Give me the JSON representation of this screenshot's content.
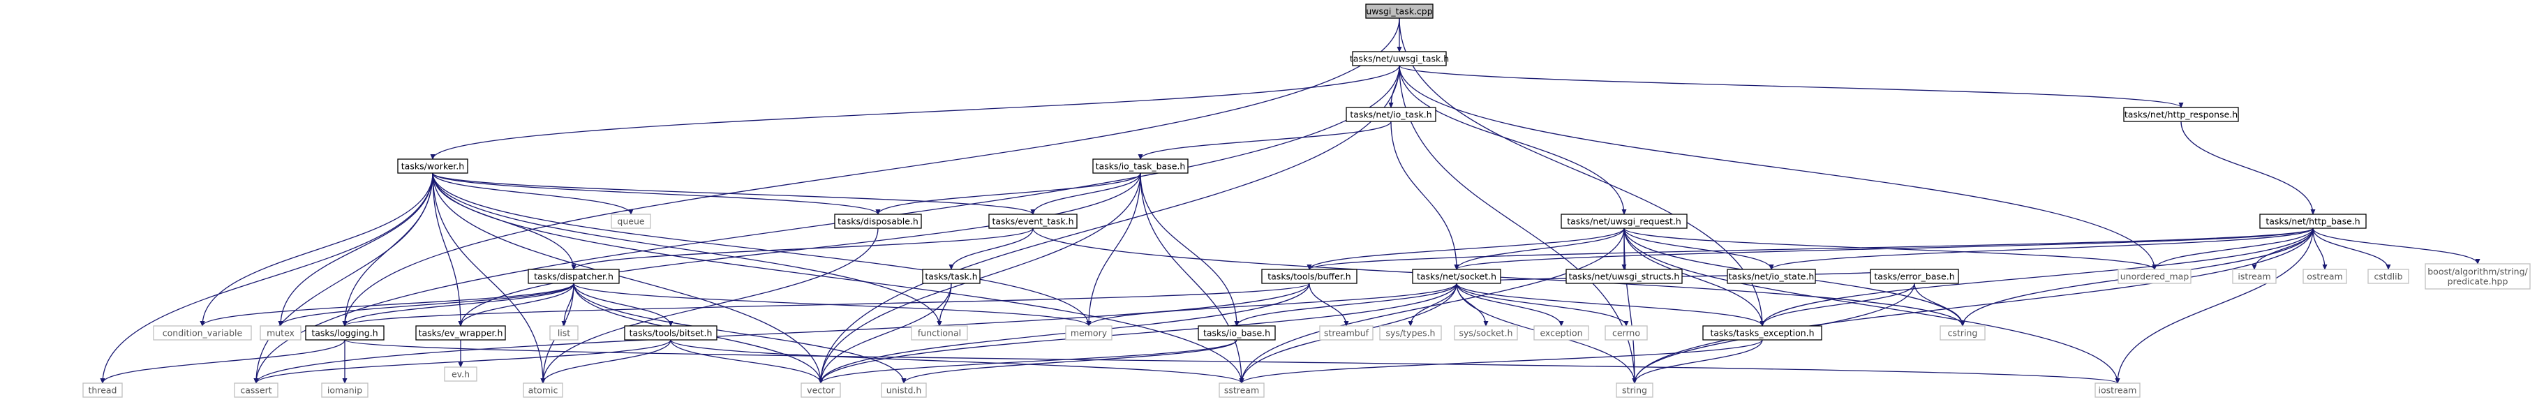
{
  "colors": {
    "edge": "#191970",
    "root_fill": "#bfbfbf",
    "internal_border": "#000000",
    "system_border": "#bfbfbf",
    "system_text": "#555555",
    "background": "#ffffff"
  },
  "nodes": {
    "uwsgi_task_cpp": {
      "label": "uwsgi_task.cpp",
      "kind": "root"
    },
    "net_uwsgi_task_h": {
      "label": "tasks/net/uwsgi_task.h",
      "kind": "internal"
    },
    "worker_h": {
      "label": "tasks/worker.h",
      "kind": "internal"
    },
    "net_io_task_h": {
      "label": "tasks/net/io_task.h",
      "kind": "internal"
    },
    "http_response_h": {
      "label": "tasks/net/http_response.h",
      "kind": "internal"
    },
    "io_task_base_h": {
      "label": "tasks/io_task_base.h",
      "kind": "internal"
    },
    "uwsgi_request_h": {
      "label": "tasks/net/uwsgi_request.h",
      "kind": "internal"
    },
    "http_base_h": {
      "label": "tasks/net/http_base.h",
      "kind": "internal"
    },
    "queue": {
      "label": "queue",
      "kind": "system"
    },
    "disposable_h": {
      "label": "tasks/disposable.h",
      "kind": "internal"
    },
    "event_task_h": {
      "label": "tasks/event_task.h",
      "kind": "internal"
    },
    "task_h": {
      "label": "tasks/task.h",
      "kind": "internal"
    },
    "dispatcher_h": {
      "label": "tasks/dispatcher.h",
      "kind": "internal"
    },
    "tools_buffer_h": {
      "label": "tasks/tools/buffer.h",
      "kind": "internal"
    },
    "net_socket_h": {
      "label": "tasks/net/socket.h",
      "kind": "internal"
    },
    "uwsgi_structs_h": {
      "label": "tasks/net/uwsgi_structs.h",
      "kind": "internal"
    },
    "io_state_h": {
      "label": "tasks/net/io_state.h",
      "kind": "internal"
    },
    "error_base_h": {
      "label": "tasks/error_base.h",
      "kind": "internal"
    },
    "unordered_map": {
      "label": "unordered_map",
      "kind": "system"
    },
    "istream": {
      "label": "istream",
      "kind": "system"
    },
    "ostream": {
      "label": "ostream",
      "kind": "system"
    },
    "cstdlib": {
      "label": "cstdlib",
      "kind": "system"
    },
    "predicate_hpp": {
      "label": "boost/algorithm/string/predicate.hpp",
      "kind": "system"
    },
    "condition_variable": {
      "label": "condition_variable",
      "kind": "system"
    },
    "mutex": {
      "label": "mutex",
      "kind": "system"
    },
    "logging_h": {
      "label": "tasks/logging.h",
      "kind": "internal"
    },
    "ev_wrapper_h": {
      "label": "tasks/ev_wrapper.h",
      "kind": "internal"
    },
    "list": {
      "label": "list",
      "kind": "system"
    },
    "tools_bitset_h": {
      "label": "tasks/tools/bitset.h",
      "kind": "internal"
    },
    "functional": {
      "label": "functional",
      "kind": "system"
    },
    "memory": {
      "label": "memory",
      "kind": "system"
    },
    "streambuf": {
      "label": "streambuf",
      "kind": "system"
    },
    "io_base_h": {
      "label": "tasks/io_base.h",
      "kind": "internal"
    },
    "sys_types_h": {
      "label": "sys/types.h",
      "kind": "system"
    },
    "sys_socket_h": {
      "label": "sys/socket.h",
      "kind": "system"
    },
    "exception": {
      "label": "exception",
      "kind": "system"
    },
    "cerrno": {
      "label": "cerrno",
      "kind": "system"
    },
    "tasks_exception_h": {
      "label": "tasks/tasks_exception.h",
      "kind": "internal"
    },
    "cstring": {
      "label": "cstring",
      "kind": "system"
    },
    "thread": {
      "label": "thread",
      "kind": "system"
    },
    "cassert": {
      "label": "cassert",
      "kind": "system"
    },
    "iomanip": {
      "label": "iomanip",
      "kind": "system"
    },
    "ev_h": {
      "label": "ev.h",
      "kind": "system"
    },
    "atomic": {
      "label": "atomic",
      "kind": "system"
    },
    "vector": {
      "label": "vector",
      "kind": "system"
    },
    "unistd_h": {
      "label": "unistd.h",
      "kind": "system"
    },
    "sstream": {
      "label": "sstream",
      "kind": "system"
    },
    "string": {
      "label": "string",
      "kind": "system"
    },
    "iostream": {
      "label": "iostream",
      "kind": "system"
    }
  },
  "edges": [
    [
      "uwsgi_task_cpp",
      "net_uwsgi_task_h"
    ],
    [
      "uwsgi_task_cpp",
      "logging_h"
    ],
    [
      "uwsgi_task_cpp",
      "tasks_exception_h"
    ],
    [
      "net_uwsgi_task_h",
      "worker_h"
    ],
    [
      "net_uwsgi_task_h",
      "net_io_task_h"
    ],
    [
      "net_uwsgi_task_h",
      "http_response_h"
    ],
    [
      "net_uwsgi_task_h",
      "uwsgi_request_h"
    ],
    [
      "net_uwsgi_task_h",
      "unordered_map"
    ],
    [
      "net_uwsgi_task_h",
      "cassert"
    ],
    [
      "net_uwsgi_task_h",
      "vector"
    ],
    [
      "net_uwsgi_task_h",
      "string"
    ],
    [
      "worker_h",
      "queue"
    ],
    [
      "worker_h",
      "disposable_h"
    ],
    [
      "worker_h",
      "event_task_h"
    ],
    [
      "worker_h",
      "dispatcher_h"
    ],
    [
      "worker_h",
      "thread"
    ],
    [
      "worker_h",
      "condition_variable"
    ],
    [
      "worker_h",
      "mutex"
    ],
    [
      "worker_h",
      "logging_h"
    ],
    [
      "worker_h",
      "ev_wrapper_h"
    ],
    [
      "worker_h",
      "atomic"
    ],
    [
      "worker_h",
      "functional"
    ],
    [
      "worker_h",
      "memory"
    ],
    [
      "worker_h",
      "vector"
    ],
    [
      "worker_h",
      "cassert"
    ],
    [
      "worker_h",
      "sstream"
    ],
    [
      "net_io_task_h",
      "io_task_base_h"
    ],
    [
      "net_io_task_h",
      "net_socket_h"
    ],
    [
      "io_task_base_h",
      "disposable_h"
    ],
    [
      "io_task_base_h",
      "event_task_h"
    ],
    [
      "io_task_base_h",
      "ev_wrapper_h"
    ],
    [
      "io_task_base_h",
      "io_base_h"
    ],
    [
      "io_task_base_h",
      "memory"
    ],
    [
      "io_task_base_h",
      "sstream"
    ],
    [
      "io_task_base_h",
      "vector"
    ],
    [
      "disposable_h",
      "atomic"
    ],
    [
      "event_task_h",
      "task_h"
    ],
    [
      "event_task_h",
      "dispatcher_h"
    ],
    [
      "event_task_h",
      "cstring"
    ],
    [
      "task_h",
      "functional"
    ],
    [
      "task_h",
      "vector"
    ],
    [
      "dispatcher_h",
      "logging_h"
    ],
    [
      "dispatcher_h",
      "ev_wrapper_h"
    ],
    [
      "dispatcher_h",
      "tools_bitset_h"
    ],
    [
      "dispatcher_h",
      "list"
    ],
    [
      "dispatcher_h",
      "atomic"
    ],
    [
      "dispatcher_h",
      "memory"
    ],
    [
      "dispatcher_h",
      "mutex"
    ],
    [
      "dispatcher_h",
      "condition_variable"
    ],
    [
      "dispatcher_h",
      "vector"
    ],
    [
      "dispatcher_h",
      "unistd_h"
    ],
    [
      "logging_h",
      "iomanip"
    ],
    [
      "logging_h",
      "thread"
    ],
    [
      "logging_h",
      "iostream"
    ],
    [
      "ev_wrapper_h",
      "ev_h"
    ],
    [
      "tools_bitset_h",
      "vector"
    ],
    [
      "tools_bitset_h",
      "atomic"
    ],
    [
      "tools_bitset_h",
      "cassert"
    ],
    [
      "tools_bitset_h",
      "sstream"
    ],
    [
      "http_response_h",
      "http_base_h"
    ],
    [
      "uwsgi_request_h",
      "tools_buffer_h"
    ],
    [
      "uwsgi_request_h",
      "net_socket_h"
    ],
    [
      "uwsgi_request_h",
      "uwsgi_structs_h"
    ],
    [
      "uwsgi_request_h",
      "io_state_h"
    ],
    [
      "uwsgi_request_h",
      "tasks_exception_h"
    ],
    [
      "uwsgi_request_h",
      "unordered_map"
    ],
    [
      "uwsgi_request_h",
      "string"
    ],
    [
      "uwsgi_request_h",
      "iostream"
    ],
    [
      "uwsgi_request_h",
      "sstream"
    ],
    [
      "uwsgi_request_h",
      "cstring"
    ],
    [
      "http_base_h",
      "tools_buffer_h"
    ],
    [
      "http_base_h",
      "net_socket_h"
    ],
    [
      "http_base_h",
      "io_state_h"
    ],
    [
      "http_base_h",
      "tasks_exception_h"
    ],
    [
      "http_base_h",
      "unordered_map"
    ],
    [
      "http_base_h",
      "istream"
    ],
    [
      "http_base_h",
      "ostream"
    ],
    [
      "http_base_h",
      "cstdlib"
    ],
    [
      "http_base_h",
      "predicate_hpp"
    ],
    [
      "http_base_h",
      "string"
    ],
    [
      "http_base_h",
      "cstring"
    ],
    [
      "http_base_h",
      "iostream"
    ],
    [
      "tools_buffer_h",
      "streambuf"
    ],
    [
      "tools_buffer_h",
      "vector"
    ],
    [
      "tools_buffer_h",
      "logging_h"
    ],
    [
      "tools_buffer_h",
      "cassert"
    ],
    [
      "net_socket_h",
      "io_base_h"
    ],
    [
      "net_socket_h",
      "error_base_h"
    ],
    [
      "net_socket_h",
      "sys_types_h"
    ],
    [
      "net_socket_h",
      "sys_socket_h"
    ],
    [
      "net_socket_h",
      "exception"
    ],
    [
      "net_socket_h",
      "cerrno"
    ],
    [
      "net_socket_h",
      "memory"
    ],
    [
      "net_socket_h",
      "tasks_exception_h"
    ],
    [
      "net_socket_h",
      "string"
    ],
    [
      "net_socket_h",
      "vector"
    ],
    [
      "net_socket_h",
      "sstream"
    ],
    [
      "io_base_h",
      "vector"
    ],
    [
      "io_base_h",
      "unistd_h"
    ],
    [
      "error_base_h",
      "tasks_exception_h"
    ],
    [
      "error_base_h",
      "string"
    ],
    [
      "error_base_h",
      "cstring"
    ],
    [
      "tasks_exception_h",
      "string"
    ],
    [
      "tasks_exception_h",
      "sstream"
    ]
  ]
}
